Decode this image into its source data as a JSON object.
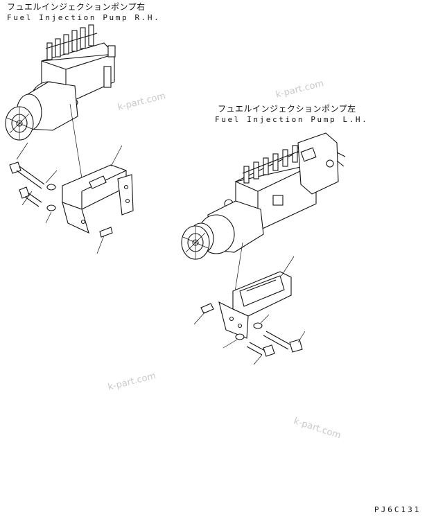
{
  "labels": {
    "pump_rh_jp": "フュエルインジェクションポンプ右",
    "pump_rh_en": "Fuel Injection Pump R.H.",
    "pump_lh_jp": "フュエルインジェクションポンプ左",
    "pump_lh_en": "Fuel Injection Pump L.H.",
    "drawing_code": "PJ6C131"
  },
  "watermarks": [
    "k-part.com",
    "k-part.com",
    "k-part.com",
    "k-part.com"
  ],
  "colors": {
    "ink": "#111111",
    "watermark": "#c9c9c9",
    "background": "#ffffff"
  }
}
